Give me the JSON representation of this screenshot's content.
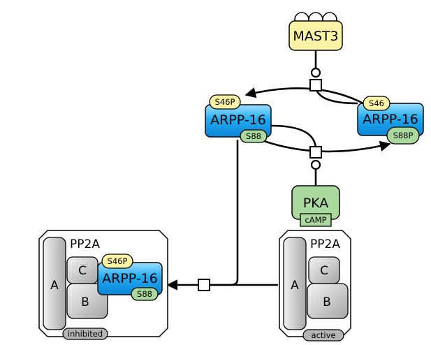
{
  "kinase_mast3": {
    "label": "MAST3",
    "fill": "#fdf3a6"
  },
  "kinase_pka": {
    "label": "PKA",
    "cofactor": "cAMP",
    "fill": "#a9d99c"
  },
  "arpp16_left": {
    "label": "ARPP-16",
    "site_top": "S46P",
    "site_bottom": "S88"
  },
  "arpp16_right": {
    "label": "ARPP-16",
    "site_top": "S46",
    "site_bottom": "S88P"
  },
  "pp2a_inhibited": {
    "title": "PP2A",
    "subunits": [
      "A",
      "C",
      "B"
    ],
    "bound": {
      "label": "ARPP-16",
      "site_top": "S46P",
      "site_bottom": "S88"
    },
    "state": "inhibited"
  },
  "pp2a_active": {
    "title": "PP2A",
    "subunits": [
      "A",
      "C",
      "B"
    ],
    "state": "active"
  },
  "colors": {
    "arpp_blue": "#1ea9ef",
    "site_yellow": "#fdf3a6",
    "site_green": "#a9d99c",
    "subunit_gray": "#d6d6d6",
    "state_badge": "#b5b5b5"
  }
}
